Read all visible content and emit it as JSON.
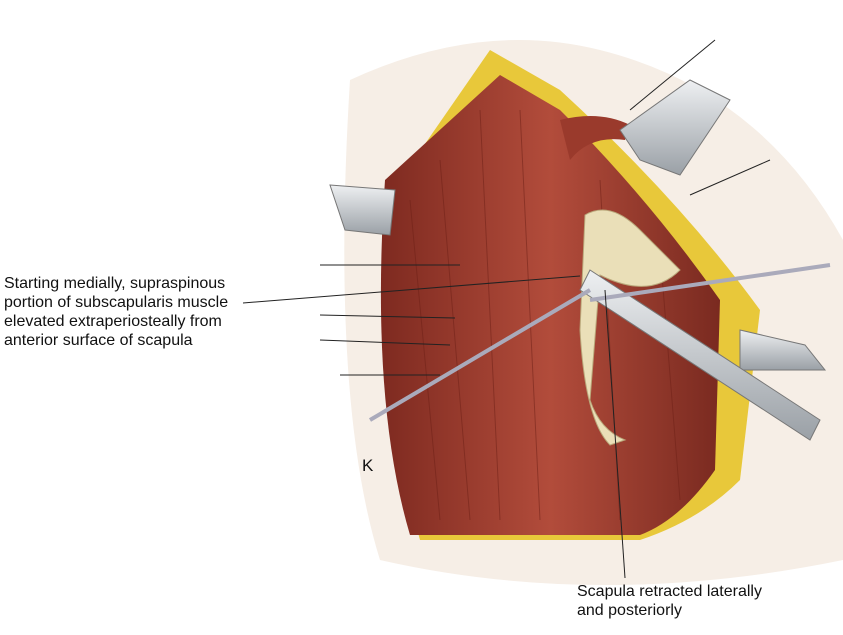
{
  "panel_letter": "K",
  "labels": {
    "subscapularis": [
      "Starting medially, supraspinous",
      "portion of subscapularis muscle",
      "elevated extraperiosteally from",
      "anterior surface of scapula"
    ],
    "scapula": [
      "Scapula retracted laterally",
      "and posteriorly"
    ]
  },
  "colors": {
    "muscle": "#9a3a2c",
    "fat": "#e8c83a",
    "bone": "#eadfb8",
    "skin": "#f3e9df",
    "instrument": "#c8ccd0"
  }
}
